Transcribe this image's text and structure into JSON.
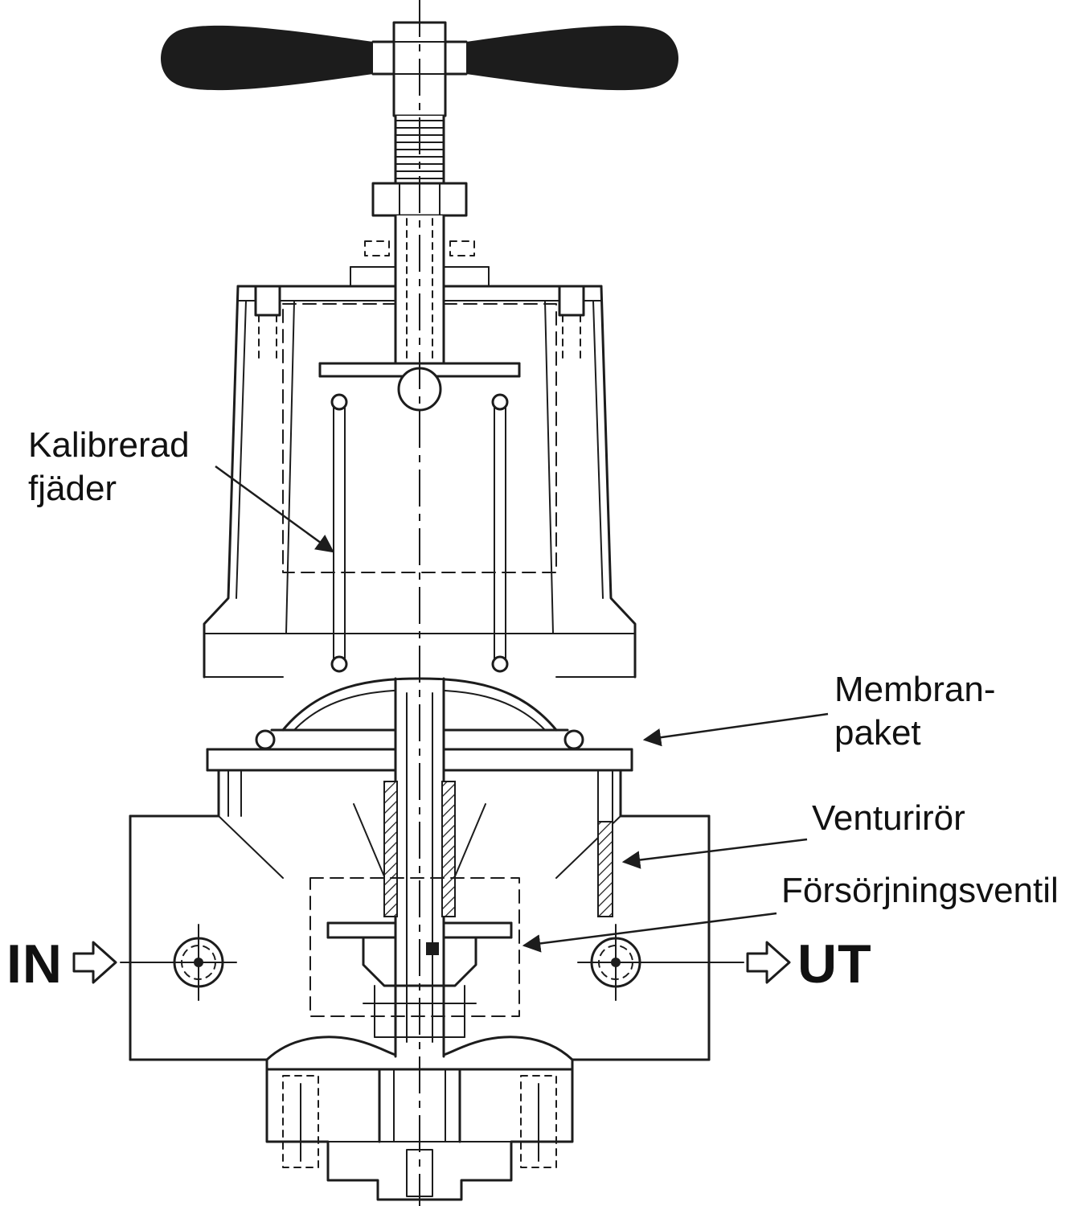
{
  "figure": {
    "labels": {
      "spring_line1": "Kalibrerad",
      "spring_line2": "fjäder",
      "membrane_line1": "Membran-",
      "membrane_line2": "paket",
      "venturi": "Venturirör",
      "supply_valve": "Försörjningsventil",
      "inlet": "IN",
      "outlet": "UT"
    },
    "colors": {
      "line": "#1c1c1c",
      "background": "#ffffff"
    }
  }
}
